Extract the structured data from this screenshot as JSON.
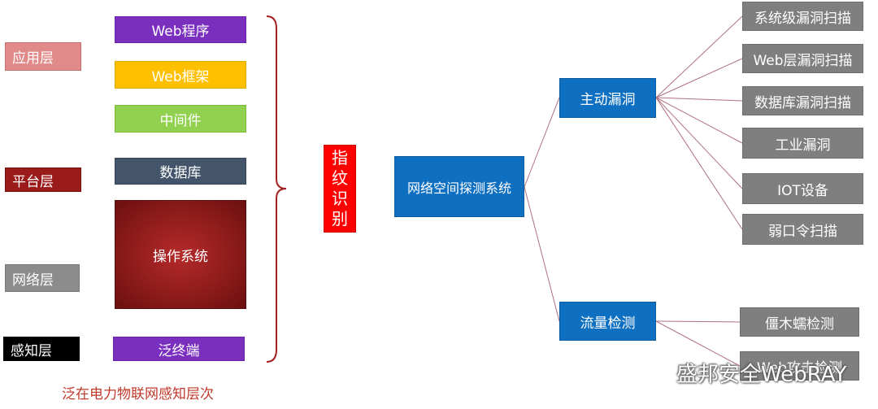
{
  "layers": {
    "app": "应用层",
    "platform": "平台层",
    "network": "网络层",
    "sensing": "感知层"
  },
  "stack": {
    "web_app": "Web程序",
    "web_framework": "Web框架",
    "middleware": "中间件",
    "database": "数据库",
    "os": "操作系统",
    "terminal": "泛终端"
  },
  "fingerprint_chars": [
    "指",
    "纹",
    "识",
    "别"
  ],
  "center": "网络空间探测系统",
  "branches": {
    "active": "主动漏洞",
    "traffic": "流量检测"
  },
  "active_items": [
    "系统级漏洞扫描",
    "Web层漏洞扫描",
    "数据库漏洞扫描",
    "工业漏洞",
    "IOT设备",
    "弱口令扫描"
  ],
  "traffic_items": [
    "僵木蠕检测",
    "Web攻击检测"
  ],
  "caption": "泛在电力物联网感知层次",
  "watermark": "盛邦安全WebRAY",
  "colors": {
    "app_layer": "#e08a8a",
    "platform_layer": "#9b1a1a",
    "network_layer": "#8c8c8c",
    "sensing_layer": "#000000",
    "web_app": "#7b2fbe",
    "web_framework": "#ffc000",
    "middleware": "#92d050",
    "database": "#44546a",
    "os": "#8b1a1a",
    "terminal": "#7b2fbe",
    "fingerprint": "#ff0000",
    "blue": "#0f6fc0",
    "gray": "#7f7f7f",
    "caption": "#c0392b"
  }
}
